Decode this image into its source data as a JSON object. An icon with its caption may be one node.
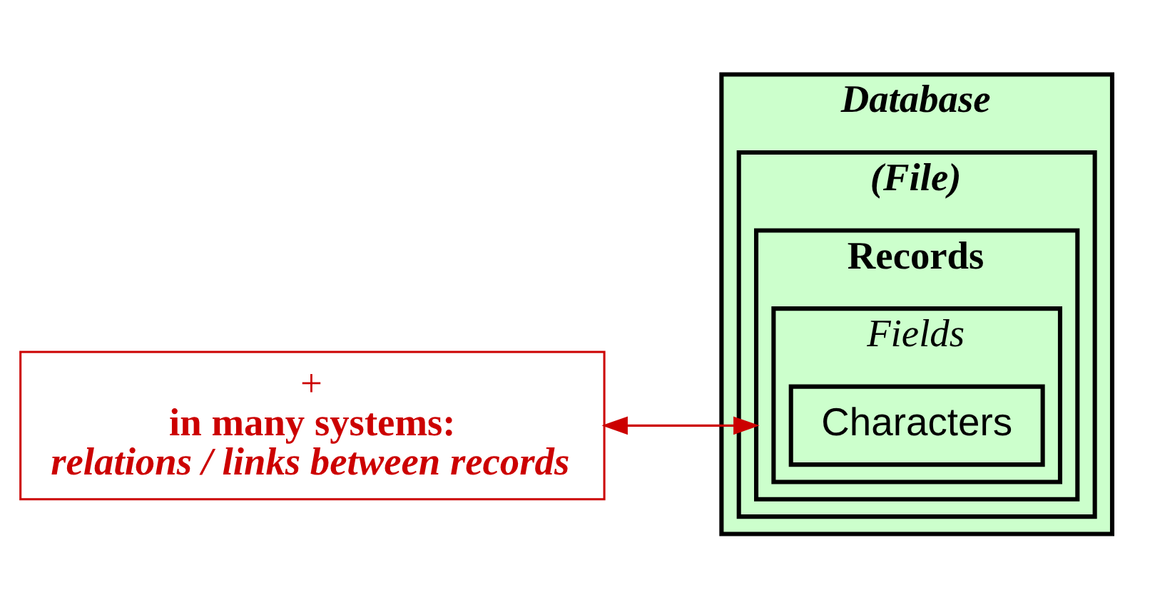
{
  "diagram": {
    "nodes": [
      {
        "text": [
          "Database"
        ]
      },
      {
        "text": [
          "(File)"
        ],
        "in": 0
      },
      {
        "text": [
          "Records"
        ],
        "in": 1
      },
      {
        "text": [
          "Fields"
        ],
        "in": 2
      },
      {
        "text": [
          "Characters"
        ],
        "in": 3
      },
      {
        "text": [
          "+",
          "in many systems:",
          "relations / links between records"
        ]
      }
    ],
    "edges": [
      {
        "from": 5,
        "to": 2,
        "arrow": "both",
        "color": "#cc0000"
      }
    ]
  }
}
